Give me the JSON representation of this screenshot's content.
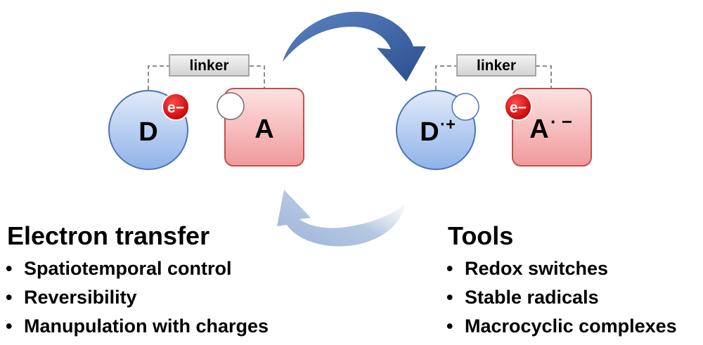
{
  "diagram": {
    "left_pair": {
      "linker_label": "linker",
      "donor_label": "D",
      "acceptor_label": "A",
      "electron_label": "e−"
    },
    "right_pair": {
      "linker_label": "linker",
      "donor_label": "D",
      "donor_charge": "·+",
      "acceptor_label": "A",
      "acceptor_charge": "· −",
      "electron_label": "e−"
    },
    "colors": {
      "donor_fill_top": "#c9d8f2",
      "donor_fill_bottom": "#7fa6e6",
      "donor_stroke": "#4a74b8",
      "acceptor_fill_top": "#fbd3d3",
      "acceptor_fill_bottom": "#ef9090",
      "acceptor_stroke": "#c0504d",
      "electron_fill": "#e02020",
      "arrow_dark": "#2e5496",
      "arrow_light": "#a9bedc",
      "linker_fill": "#e6e6e6"
    }
  },
  "sections": {
    "electron_transfer": {
      "title": "Electron transfer",
      "items": [
        "Spatiotemporal control",
        "Reversibility",
        "Manupulation with charges"
      ]
    },
    "tools": {
      "title": "Tools",
      "items": [
        "Redox switches",
        "Stable radicals",
        "Macrocyclic complexes"
      ]
    }
  }
}
